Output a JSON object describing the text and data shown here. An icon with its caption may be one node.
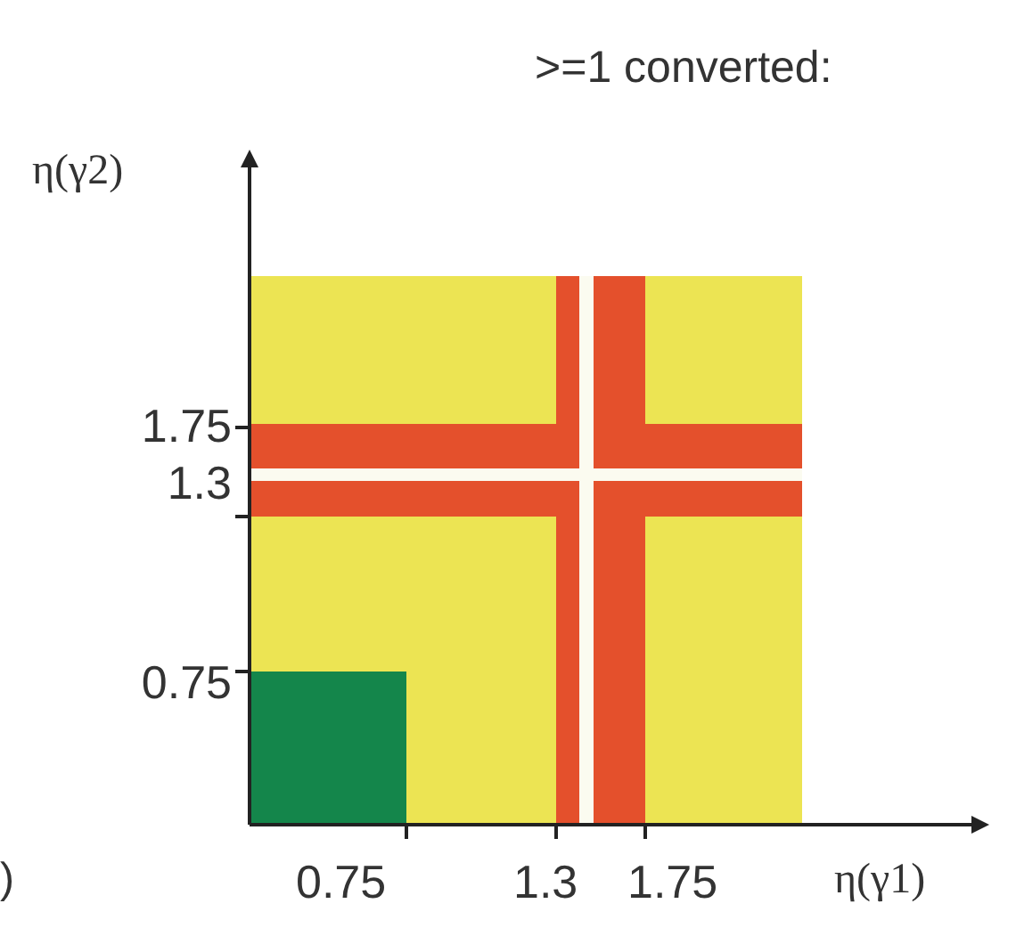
{
  "diagram": {
    "title": ">=1 converted:",
    "labels": [
      "η(γ2)",
      "1.75",
      "1.3",
      "0.75",
      ")",
      "0.75",
      "1.3",
      "1.75",
      "η(γ1)"
    ]
  }
}
